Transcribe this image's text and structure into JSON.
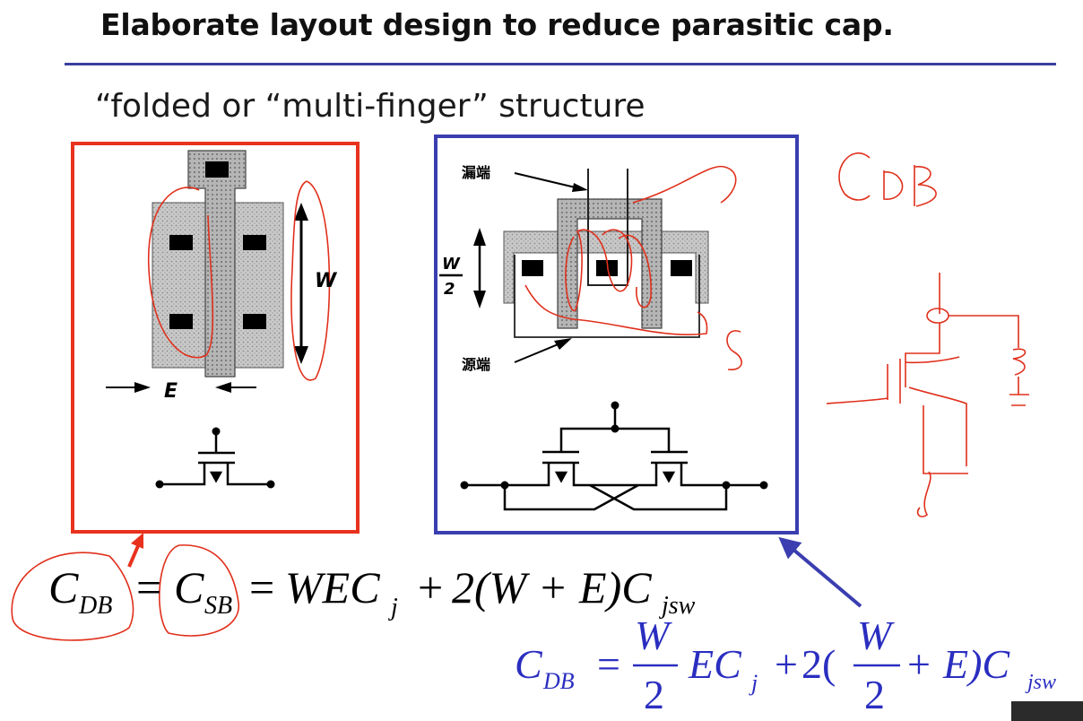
{
  "slide": {
    "title": "Elaborate layout design to reduce parasitic cap.",
    "subtitle": "“folded or “multi-finger” structure"
  },
  "left_layout": {
    "width_label": "W",
    "edge_label": "E"
  },
  "right_layout": {
    "drain_label": "漏端",
    "source_label": "源端",
    "width_label_top": "W",
    "width_label_bottom": "2"
  },
  "equation_single": {
    "c1": "C",
    "c1_sub": "DB",
    "eq1": "=",
    "c2": "C",
    "c2_sub": "SB",
    "eq2": "=",
    "term1": "WEC",
    "term1_sub": "j",
    "plus": "+",
    "term2": "2(W + E)C",
    "term2_sub": "jsw"
  },
  "equation_folded": {
    "c": "C",
    "c_sub": "DB",
    "eq": "=",
    "frac1_num": "W",
    "frac1_den": "2",
    "term1": "EC",
    "term1_sub": "j",
    "plus1": "+",
    "open": "2(",
    "frac2_num": "W",
    "frac2_den": "2",
    "plus2": "+",
    "close": "E)C",
    "close_sub": "jsw"
  },
  "annotations": {
    "note_cdb_1": "C",
    "note_cdb_2": "D",
    "note_cdb_3": "B",
    "note_s": "S"
  },
  "colors": {
    "left_box": "#e8321e",
    "right_box": "#3a3eb0",
    "ink_red": "#e0301c",
    "equation_blue": "#2a2ec0"
  }
}
